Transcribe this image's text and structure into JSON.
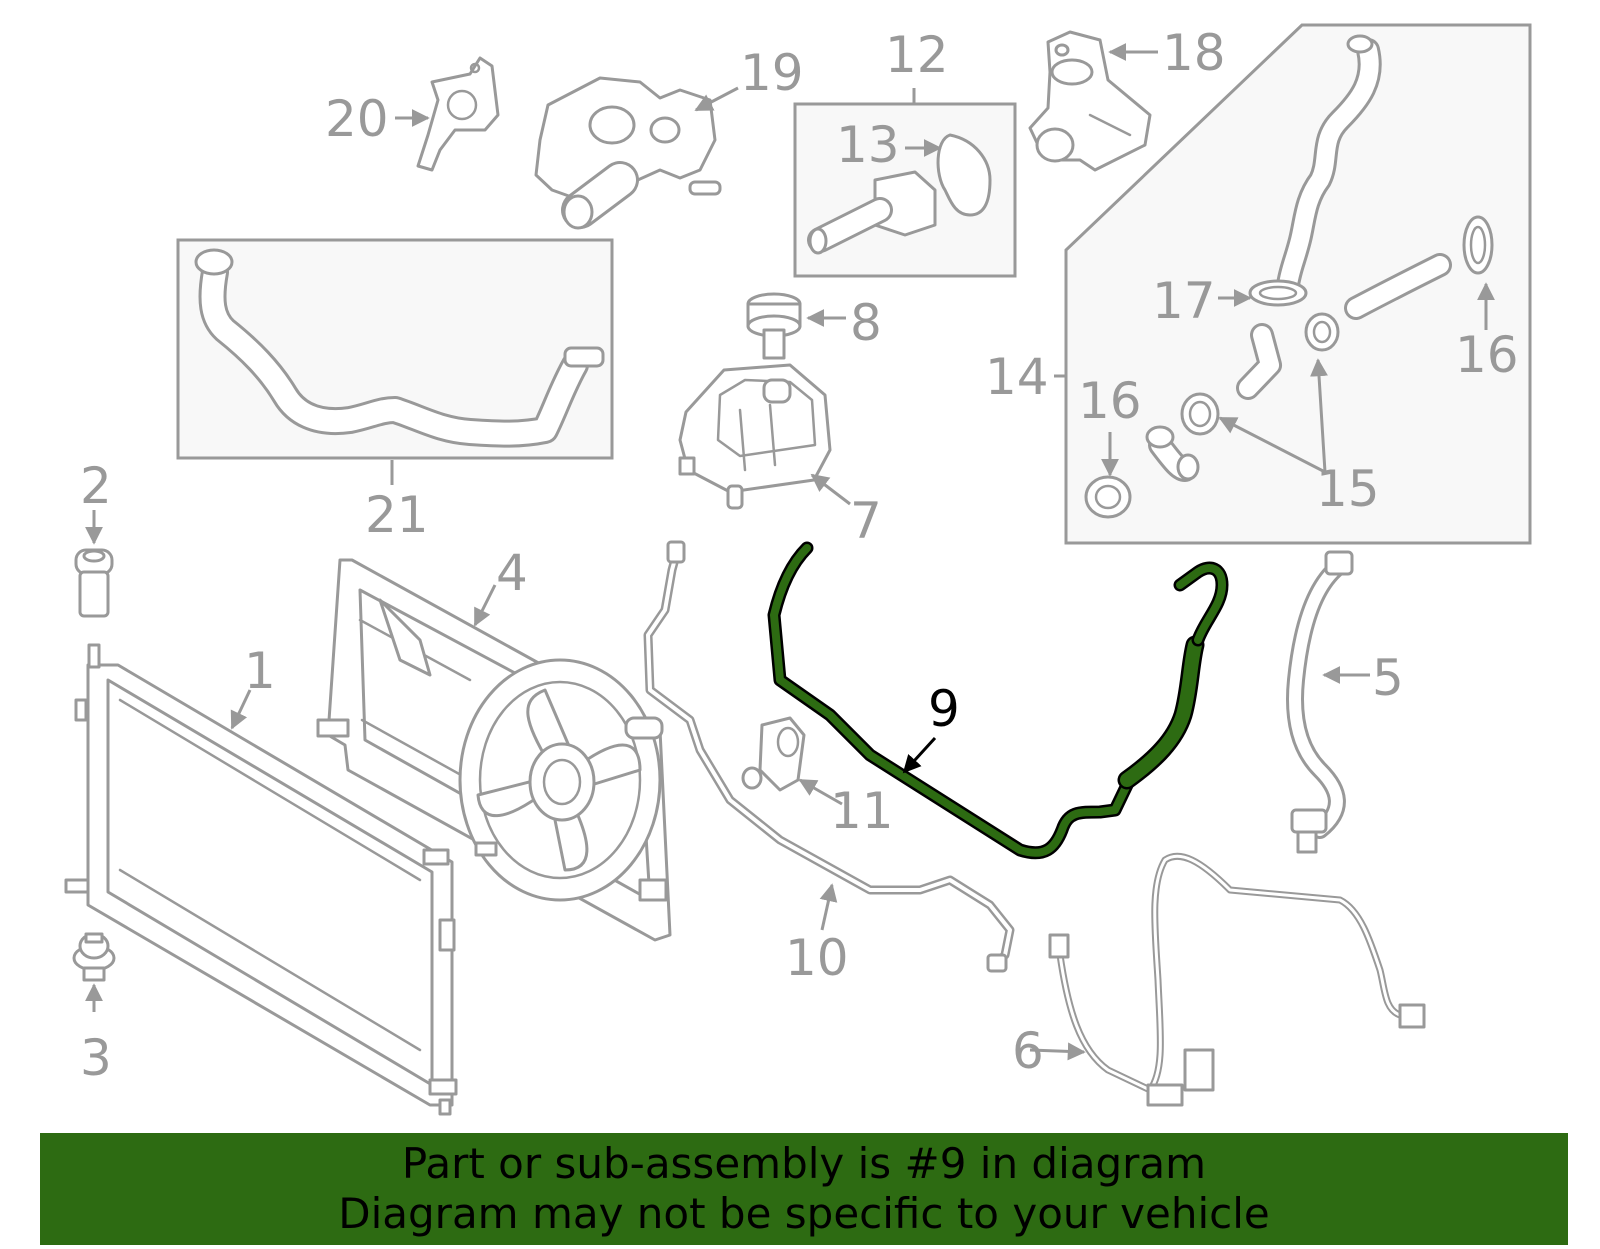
{
  "diagram": {
    "callouts": [
      "1",
      "2",
      "3",
      "4",
      "5",
      "6",
      "7",
      "8",
      "9",
      "10",
      "11",
      "12",
      "13",
      "14",
      "15",
      "16",
      "16",
      "17",
      "18",
      "19",
      "20",
      "21"
    ],
    "highlighted_part": "9"
  },
  "banner": {
    "line1": "Part or sub-assembly is #9 in diagram",
    "line2": "Diagram may not be specific to your vehicle"
  },
  "colors": {
    "part_outline": "#999999",
    "highlight_part": "#2d6b12",
    "banner_background": "#2d6b12",
    "banner_text": "#000000"
  }
}
